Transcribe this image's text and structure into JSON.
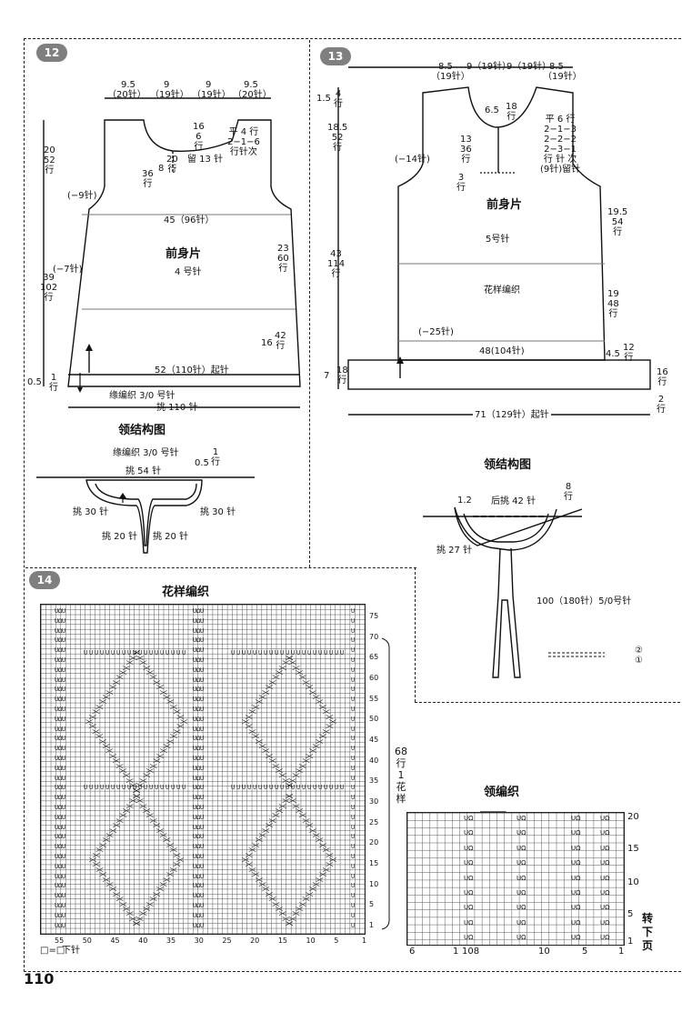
{
  "page_number": "110",
  "badges": [
    "12",
    "13",
    "14"
  ],
  "d12": {
    "top_widths": [
      "9.5",
      "（20针）",
      "9",
      "（19针）",
      "9",
      "（19针）",
      "9.5",
      "（20针）"
    ],
    "left_dims": [
      "20",
      "52",
      "行"
    ],
    "armhole_dims": [
      "36",
      "行"
    ],
    "neck_dims": [
      "16",
      "6",
      "行"
    ],
    "neck_depth": [
      "8",
      "20",
      "行"
    ],
    "neck_shaping": [
      "平 4 行",
      "2−1−6",
      "行针次"
    ],
    "hold": "留 13 针",
    "dec9": "(−9针)",
    "width45": "45（96针）",
    "front": "前身片",
    "needle": "4 号针",
    "dec7": "(−7针)",
    "body_dims": [
      "39",
      "102",
      "行"
    ],
    "side_dims": [
      "23",
      "60",
      "行"
    ],
    "side_lower": [
      "16",
      "42",
      "行"
    ],
    "cast_on": "52（110针）起针",
    "edge_dims": [
      "0.5",
      "1",
      "行"
    ],
    "edge_band": "缘编织 3/0 号针",
    "pick110": "挑 110 针"
  },
  "d12neck": {
    "title": "领结构图",
    "band": "缘编织 3/0 号针",
    "h": [
      "0.5",
      "1",
      "行"
    ],
    "pick54": "挑 54 针",
    "pick30l": "挑 30 针",
    "pick30r": "挑 30 针",
    "pick20l": "挑 20 针",
    "pick20r": "挑 20 针"
  },
  "d13": {
    "top_widths": [
      "8.5",
      "（19针）",
      "9（19针）",
      "9（19针）",
      "8.5",
      "（19针）"
    ],
    "shoulder": [
      "1.5",
      "4",
      "行"
    ],
    "upper": [
      "18.5",
      "52",
      "行"
    ],
    "total": [
      "43",
      "114",
      "行"
    ],
    "neck_w": "6.5",
    "neck_h": [
      "18",
      "行"
    ],
    "opening": [
      "13",
      "36",
      "行"
    ],
    "small": [
      "3",
      "行"
    ],
    "neck_shaping": [
      "平 6 行",
      "2−1−3",
      "2−2−2",
      "2−3−1",
      "行 针 次",
      "(9针)留针"
    ],
    "dec14": "(−14针)",
    "front": "前身片",
    "needle5": "5号针",
    "arm": [
      "19.5",
      "54",
      "行"
    ],
    "pattern": "花样编织",
    "pat_dims": [
      "19",
      "48",
      "行"
    ],
    "dec25": "(−25针)",
    "width48": "48(104针)",
    "rib": [
      "4.5",
      "12",
      "行"
    ],
    "bottom_left": [
      "7",
      "18",
      "行"
    ],
    "bottom_right": [
      "16",
      "行"
    ],
    "right_small": [
      "2",
      "行"
    ],
    "cast_on": "71（129针）起针"
  },
  "d13neck": {
    "title": "领结构图",
    "size": "1.2",
    "pick42": "后挑 42 针",
    "h": [
      "8",
      "行"
    ],
    "pick27": "挑 27 针",
    "tie": "100（180针）5/0号针",
    "legend1": "②",
    "legend2": "①"
  },
  "d14": {
    "title": "花样编织",
    "row_labels": [
      "75",
      "70",
      "65",
      "60",
      "55",
      "50",
      "45",
      "40",
      "35",
      "30",
      "25",
      "20",
      "15",
      "10",
      "5",
      "1"
    ],
    "col_labels": [
      "55",
      "50",
      "45",
      "40",
      "35",
      "30",
      "25",
      "20",
      "15",
      "10",
      "5",
      "1"
    ],
    "repeat": [
      "68",
      "行",
      "1",
      "花",
      "样"
    ],
    "legend": "下针",
    "legend_sym": "□=□"
  },
  "neck_chart": {
    "title": "领编织",
    "row_labels": [
      "20",
      "15",
      "10",
      "5",
      "1"
    ],
    "col_labels": [
      "6",
      "1",
      "108",
      "10",
      "5",
      "1"
    ],
    "turn": [
      "转",
      "下",
      "页"
    ]
  }
}
